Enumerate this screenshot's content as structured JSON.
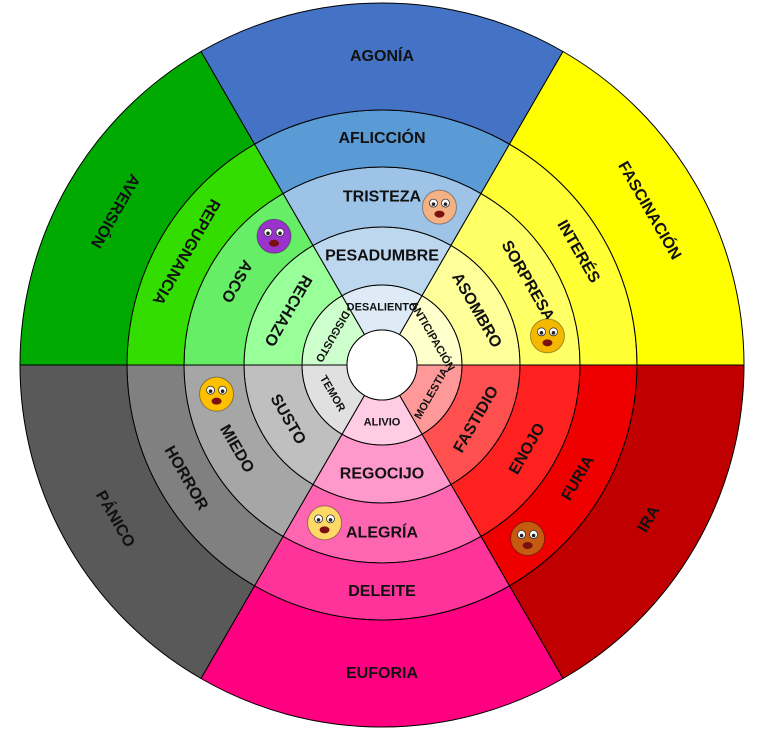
{
  "center": {
    "fill": "#FFFFFF"
  },
  "sectors": [
    {
      "key": "sadness",
      "rings": [
        {
          "label": "DESALIENTO",
          "color": "#DEEBF7"
        },
        {
          "label": "PESADUMBRE",
          "color": "#BDD7EE"
        },
        {
          "label": "TRISTEZA",
          "color": "#9DC3E6"
        },
        {
          "label": "AFLICCIÓN",
          "color": "#5B9BD5"
        },
        {
          "label": "AGONÍA",
          "color": "#4472C4"
        }
      ],
      "emoji": {
        "name": "sad-face-icon",
        "ring": 2,
        "color": "#F4B183"
      }
    },
    {
      "key": "surprise",
      "rings": [
        {
          "label": "ANTICIPACIÓN",
          "color": "#FFFFCC"
        },
        {
          "label": "ASOMBRO",
          "color": "#FFFF99"
        },
        {
          "label": "SORPRESA",
          "color": "#FFFF66"
        },
        {
          "label": "INTERÉS",
          "color": "#FFFF33"
        },
        {
          "label": "FASCINACIÓN",
          "color": "#FFFF00"
        }
      ],
      "emoji": {
        "name": "surprised-face-icon",
        "ring": 2,
        "color": "#F5B800"
      }
    },
    {
      "key": "anger",
      "rings": [
        {
          "label": "MOLESTIA",
          "color": "#FF9999"
        },
        {
          "label": "FASTIDIO",
          "color": "#FF5050"
        },
        {
          "label": "ENOJO",
          "color": "#FF2020"
        },
        {
          "label": "FURIA",
          "color": "#EE0000"
        },
        {
          "label": "IRA",
          "color": "#C00000"
        }
      ],
      "emoji": {
        "name": "angry-face-icon",
        "ring": 3,
        "color": "#C55A11"
      }
    },
    {
      "key": "joy",
      "rings": [
        {
          "label": "ALIVIO",
          "color": "#FFCCE5"
        },
        {
          "label": "REGOCIJO",
          "color": "#FF99CC"
        },
        {
          "label": "ALEGRÍA",
          "color": "#FF66B2"
        },
        {
          "label": "DELEITE",
          "color": "#FF3399"
        },
        {
          "label": "EUFORIA",
          "color": "#FF0080"
        }
      ],
      "emoji": {
        "name": "laughing-face-icon",
        "ring": 2,
        "color": "#FFD966"
      }
    },
    {
      "key": "fear",
      "rings": [
        {
          "label": "TEMOR",
          "color": "#E0E0E0"
        },
        {
          "label": "SUSTO",
          "color": "#BFBFBF"
        },
        {
          "label": "MIEDO",
          "color": "#A6A6A6"
        },
        {
          "label": "HORROR",
          "color": "#808080"
        },
        {
          "label": "PÁNICO",
          "color": "#595959"
        }
      ],
      "emoji": {
        "name": "scared-face-icon",
        "ring": 2,
        "color": "#FFC000"
      }
    },
    {
      "key": "disgust",
      "rings": [
        {
          "label": "DISGUSTO",
          "color": "#CCFFCC"
        },
        {
          "label": "RECHAZO",
          "color": "#99FF99"
        },
        {
          "label": "ASCO",
          "color": "#66EE66"
        },
        {
          "label": "REPUGNANCIA",
          "color": "#33DD00"
        },
        {
          "label": "AVERSIÓN",
          "color": "#00AA00"
        }
      ],
      "emoji": {
        "name": "sick-face-icon",
        "ring": 2,
        "color": "#9933CC"
      }
    }
  ]
}
